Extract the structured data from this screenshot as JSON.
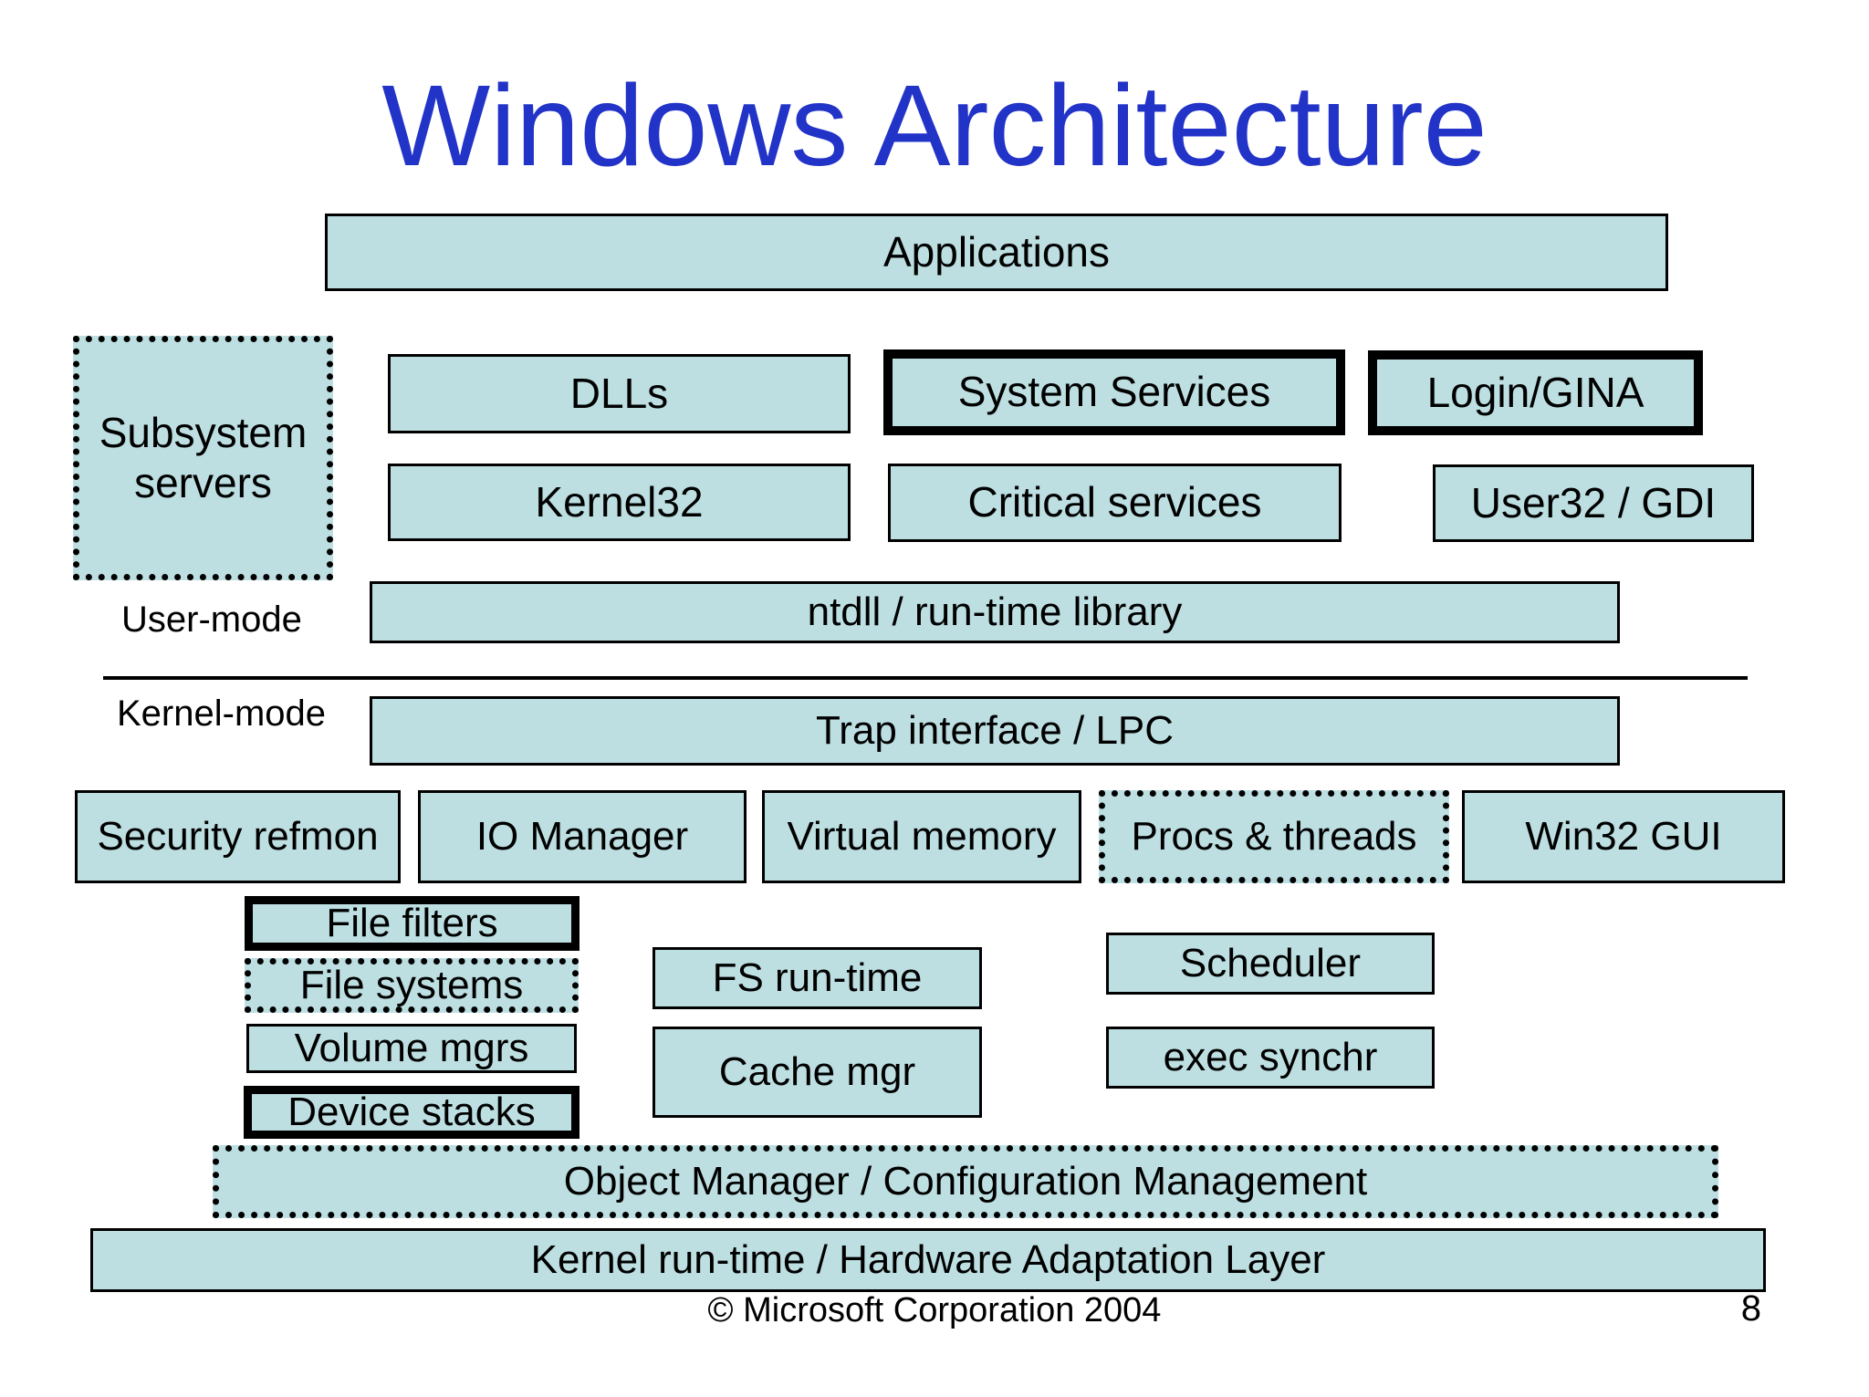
{
  "slide": {
    "title": "Windows Architecture",
    "colors": {
      "title": "#2233c8",
      "box-fill": "#bddfe2",
      "border": "#000000"
    },
    "mode_labels": {
      "user": "User-mode",
      "kernel": "Kernel-mode"
    },
    "boxes": {
      "applications": "Applications",
      "subsystem_servers": "Subsystem servers",
      "dlls": "DLLs",
      "system_services": "System Services",
      "login_gina": "Login/GINA",
      "kernel32": "Kernel32",
      "critical_services": "Critical services",
      "user32_gdi": "User32 / GDI",
      "ntdll": "ntdll / run-time library",
      "trap_interface": "Trap interface / LPC",
      "security_refmon": "Security refmon",
      "io_manager": "IO Manager",
      "virtual_memory": "Virtual memory",
      "procs_threads": "Procs & threads",
      "win32_gui": "Win32 GUI",
      "file_filters": "File filters",
      "file_systems": "File systems",
      "volume_mgrs": "Volume mgrs",
      "device_stacks": "Device stacks",
      "fs_run_time": "FS run-time",
      "cache_mgr": "Cache mgr",
      "scheduler": "Scheduler",
      "exec_synchr": "exec synchr",
      "object_manager": "Object Manager / Configuration Management",
      "kernel_runtime": "Kernel run-time / Hardware Adaptation Layer"
    },
    "footer": {
      "copyright": "© Microsoft Corporation 2004",
      "page_number": "8"
    }
  }
}
